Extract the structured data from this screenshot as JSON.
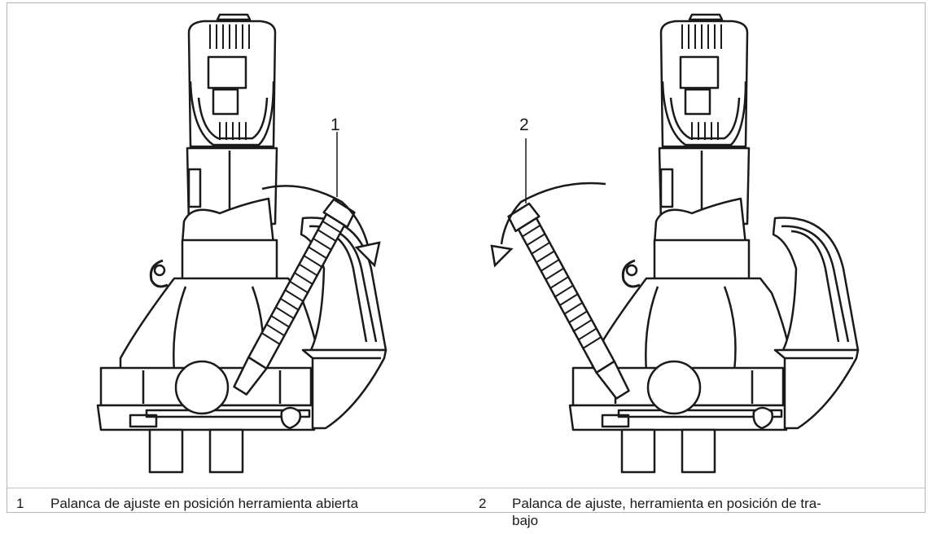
{
  "figure": {
    "callouts": [
      "1",
      "2"
    ]
  },
  "legend": [
    {
      "number": "1",
      "text": "Palanca de ajuste en posición herramienta abierta"
    },
    {
      "number": "2",
      "text": "Palanca de ajuste, herramienta en posición de tra-bajo"
    }
  ],
  "legend_lines": {
    "item2_line1": "Palanca de ajuste, herramienta en posición de tra-",
    "item2_line2": "bajo"
  }
}
